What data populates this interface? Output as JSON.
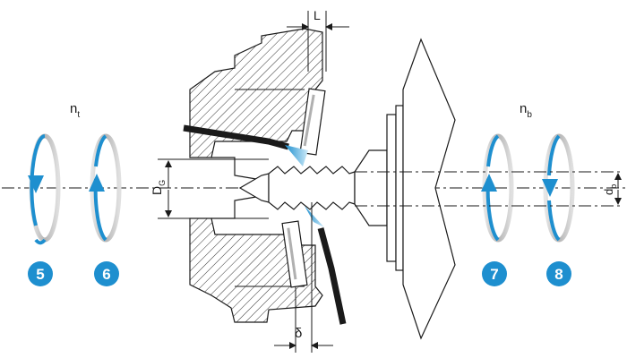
{
  "labels": {
    "nt": "n",
    "nt_sub": "t",
    "nb": "n",
    "nb_sub": "b",
    "L": "L",
    "DG": "D",
    "DG_sub": "G",
    "db": "d",
    "db_sub": "b",
    "delta": "δ"
  },
  "badges": [
    "5",
    "6",
    "7",
    "8"
  ],
  "colors": {
    "accent": "#1e8fcf",
    "ring": "#b8b8b8",
    "line": "#1a1a1a",
    "hatch": "#333333",
    "jet": "#7fc8ec"
  }
}
